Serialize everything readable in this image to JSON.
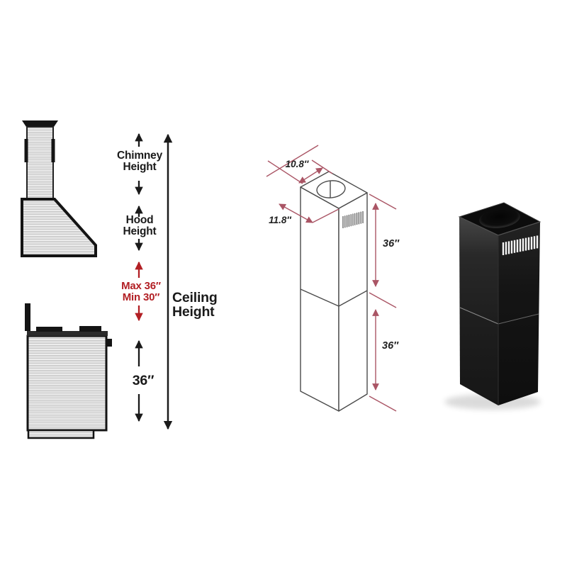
{
  "colors": {
    "background": "#ffffff",
    "label_black": "#1a1a1a",
    "accent_red": "#b21f24",
    "dimension_red": "#aa5565",
    "drawing_gray": "#4a4a4a",
    "steel_light": "#e6e6e6",
    "product_black": "#141414",
    "vent_white": "#f5f5f5"
  },
  "installation_diagram": {
    "chimney_height_label": [
      "Chimney",
      "Height"
    ],
    "hood_height_label": [
      "Hood",
      "Height"
    ],
    "clearance_max_label": "Max 36″",
    "clearance_min_label": "Min 30″",
    "ceiling_height_label": [
      "Ceiling",
      "Height"
    ],
    "range_clearance_label": "36″"
  },
  "technical_drawing": {
    "top_depth_label": "10.8″",
    "top_width_label": "11.8″",
    "upper_section_height_label": "36″",
    "lower_section_height_label": "36″"
  }
}
